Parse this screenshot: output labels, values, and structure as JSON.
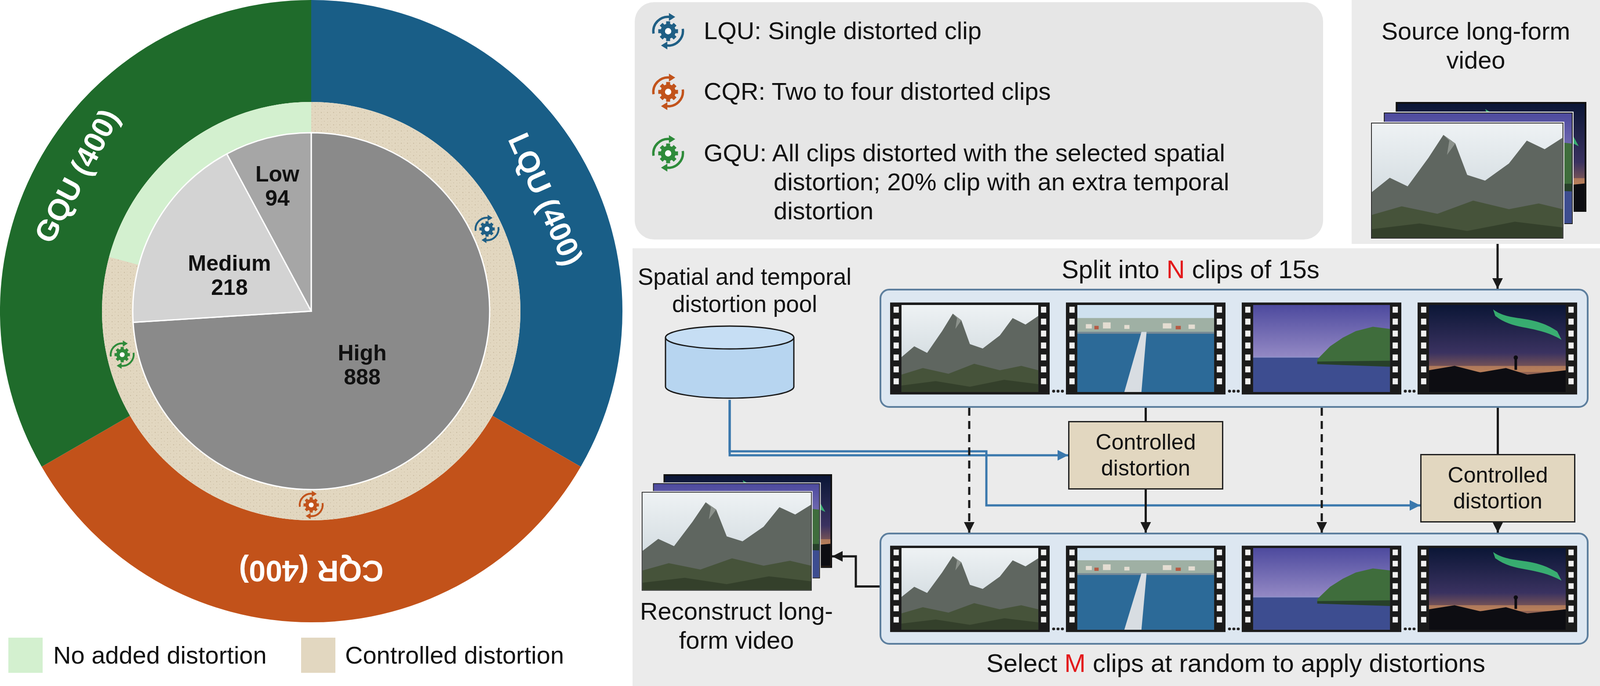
{
  "diagram": {
    "nodes": [
      {
        "text": [
          "LQU: Single distorted clip",
          "CQR: Two to four distorted clips",
          "GQU: All clips distorted with the selected spatial distortion; 20% clip with an extra temporal distortion"
        ]
      },
      {
        "text": [
          "Source long-form video"
        ]
      },
      {
        "text": [
          "Spatial and temporal distortion pool"
        ]
      },
      {
        "text": [
          "Split into N clips of 15s"
        ]
      },
      {
        "text": [
          "Controlled distortion"
        ]
      },
      {
        "text": [
          "Controlled distortion"
        ]
      },
      {
        "text": [
          "Select M clips at random to apply distortions"
        ]
      },
      {
        "text": [
          "Reconstruct long-form video"
        ]
      }
    ],
    "edges": [
      {
        "from": 1,
        "to": 3,
        "arrow": "to"
      },
      {
        "from": 2,
        "to": 4,
        "arrow": "to"
      },
      {
        "from": 2,
        "to": 5,
        "arrow": "to"
      },
      {
        "from": 3,
        "to": 4,
        "arrow": "none"
      },
      {
        "from": 3,
        "to": 5,
        "arrow": "none"
      },
      {
        "from": 3,
        "to": 6,
        "arrow": "to"
      },
      {
        "from": 3,
        "to": 6,
        "arrow": "to"
      },
      {
        "from": 4,
        "to": 6,
        "arrow": "to"
      },
      {
        "from": 5,
        "to": 6,
        "arrow": "to"
      },
      {
        "from": 6,
        "to": 7,
        "arrow": "to"
      }
    ],
    "labels": [
      "GQU (400)",
      "LQU (400)",
      "CQR (400)",
      "Low 94",
      "Medium 218",
      "High 888"
    ],
    "legend": [
      {
        "text": "No added distortion",
        "color": "#d3f0cf"
      },
      {
        "text": "Controlled distortion",
        "color": "#e2d7c0"
      }
    ]
  }
}
